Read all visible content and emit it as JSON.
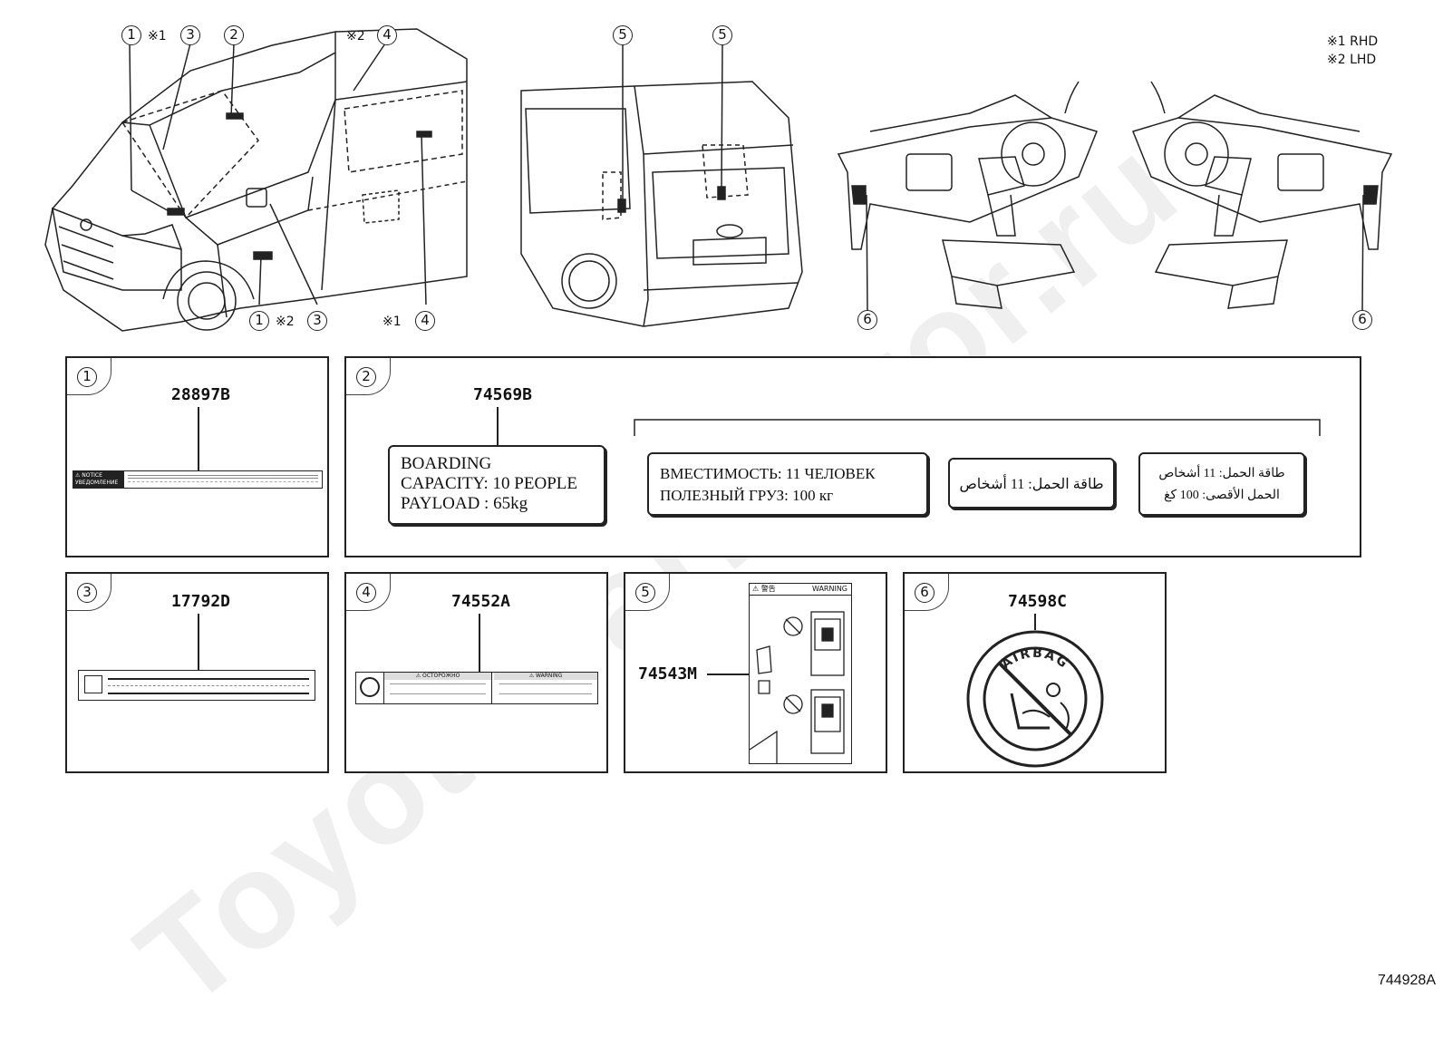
{
  "watermark": "ToyotaCarMirror.ru",
  "notes": [
    "※1 RHD",
    "※2 LHD"
  ],
  "callouts": {
    "c1": "1",
    "c2": "2",
    "c3": "3",
    "c4": "4",
    "c5": "5",
    "c6": "6",
    "m1": "※1",
    "m2": "※2"
  },
  "panels": [
    {
      "num": "1",
      "part_no": "28897B",
      "label_text": [
        "⚠ NOTICE",
        "УВЕДОМЛЕНИЕ"
      ]
    },
    {
      "num": "2",
      "part_no": "74569B"
    },
    {
      "num": "3",
      "part_no": "17792D"
    },
    {
      "num": "4",
      "part_no": "74552A",
      "label_text": [
        "⚠ ОСТОРОЖНО",
        "⚠ WARNING"
      ]
    },
    {
      "num": "5",
      "part_no": "74543M",
      "label_text": [
        "⚠ 警告",
        "WARNING"
      ]
    },
    {
      "num": "6",
      "part_no": "74598C",
      "label_text": "AIRBAG"
    }
  ],
  "capacity_labels": {
    "en": {
      "l1": "BOARDING",
      "l2": "CAPACITY",
      "l2v": ": 10 PEOPLE",
      "l3": "PAYLOAD",
      "l3v": ": 65kg"
    },
    "ru": {
      "l1": "ВМЕСТИМОСТЬ: 11 ЧЕЛОВЕК",
      "l2": "ПОЛЕЗНЫЙ ГРУЗ: 100 кг"
    },
    "ar1": {
      "l1": "طاقة الحمل: 11 أشخاص"
    },
    "ar2": {
      "l1": "طاقة الحمل: 11 أشخاص",
      "l2": "الحمل الأقصى: 100 كغ"
    }
  },
  "figure_id": "744928A"
}
